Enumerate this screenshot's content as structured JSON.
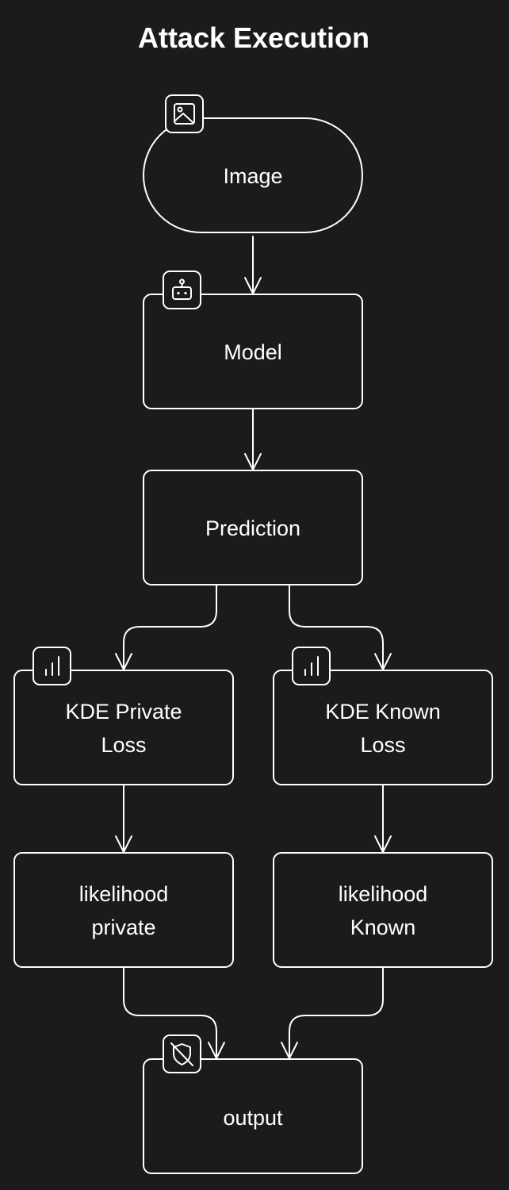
{
  "title": "Attack Execution",
  "colors": {
    "background": "#1b1b1b",
    "stroke": "#ffffff",
    "text": "#ffffff"
  },
  "nodes": {
    "image": {
      "lines": [
        "Image"
      ],
      "icon": "image-icon"
    },
    "model": {
      "lines": [
        "Model"
      ],
      "icon": "robot-icon"
    },
    "prediction": {
      "lines": [
        "Prediction"
      ]
    },
    "kde_private": {
      "lines": [
        "KDE Private",
        "Loss"
      ],
      "icon": "bar-chart-icon"
    },
    "kde_known": {
      "lines": [
        "KDE Known",
        "Loss"
      ],
      "icon": "bar-chart-icon"
    },
    "likelihood_private": {
      "lines": [
        "likelihood",
        "private"
      ]
    },
    "likelihood_known": {
      "lines": [
        "likelihood",
        "Known"
      ]
    },
    "output": {
      "lines": [
        "output"
      ],
      "icon": "shield-off-icon"
    }
  },
  "edges": [
    {
      "from": "image",
      "to": "model"
    },
    {
      "from": "model",
      "to": "prediction"
    },
    {
      "from": "prediction",
      "to": "kde_private"
    },
    {
      "from": "prediction",
      "to": "kde_known"
    },
    {
      "from": "kde_private",
      "to": "likelihood_private"
    },
    {
      "from": "kde_known",
      "to": "likelihood_known"
    },
    {
      "from": "likelihood_private",
      "to": "output"
    },
    {
      "from": "likelihood_known",
      "to": "output"
    }
  ]
}
